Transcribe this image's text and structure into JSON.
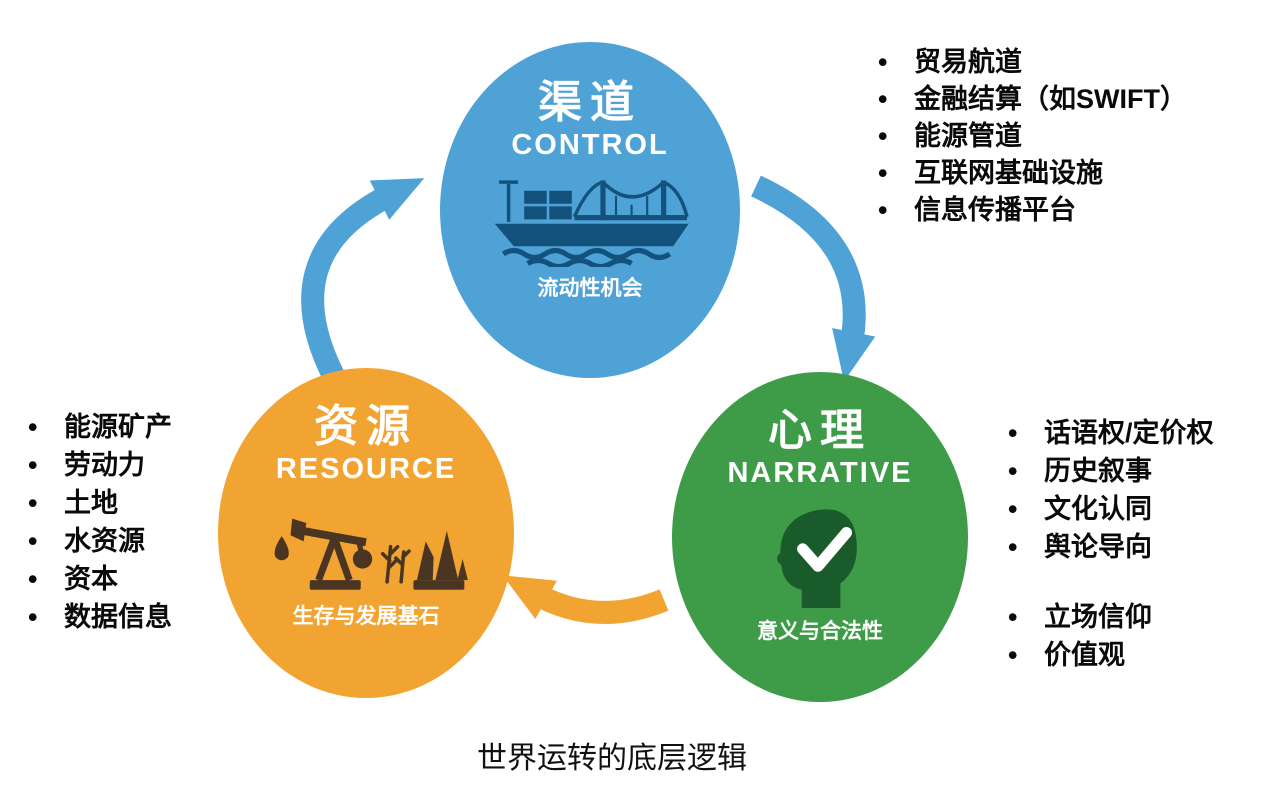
{
  "caption": "世界运转的底层逻辑",
  "nodes": {
    "control": {
      "title_zh": "渠道",
      "title_en": "CONTROL",
      "subtitle": "流动性机会",
      "icon": "cargo-ship-bridge-icon",
      "circle_color": "#4FA2D6",
      "icon_color": "#14527E",
      "bullets": [
        "贸易航道",
        "金融结算（如SWIFT）",
        "能源管道",
        "互联网基础设施",
        "信息传播平台"
      ]
    },
    "resource": {
      "title_zh": "资源",
      "title_en": "RESOURCE",
      "subtitle": "生存与发展基石",
      "icon": "oil-pump-wheat-crystals-icon",
      "circle_color": "#F2A432",
      "icon_color": "#4A3522",
      "bullets": [
        "能源矿产",
        "劳动力",
        "土地",
        "水资源",
        "资本",
        "数据信息"
      ]
    },
    "narrative": {
      "title_zh": "心理",
      "title_en": "NARRATIVE",
      "subtitle": "意义与合法性",
      "icon": "head-checkmark-icon",
      "circle_color": "#3E9C49",
      "icon_color": "#1A5B2C",
      "bullets_primary": [
        "话语权/定价权",
        "历史叙事",
        "文化认同",
        "舆论导向"
      ],
      "bullets_secondary": [
        "立场信仰",
        "价值观"
      ]
    }
  },
  "arrows": {
    "resource_to_control_color": "#4FA2D6",
    "control_to_narrative_color": "#4FA2D6",
    "narrative_to_resource_color": "#F2A432"
  }
}
